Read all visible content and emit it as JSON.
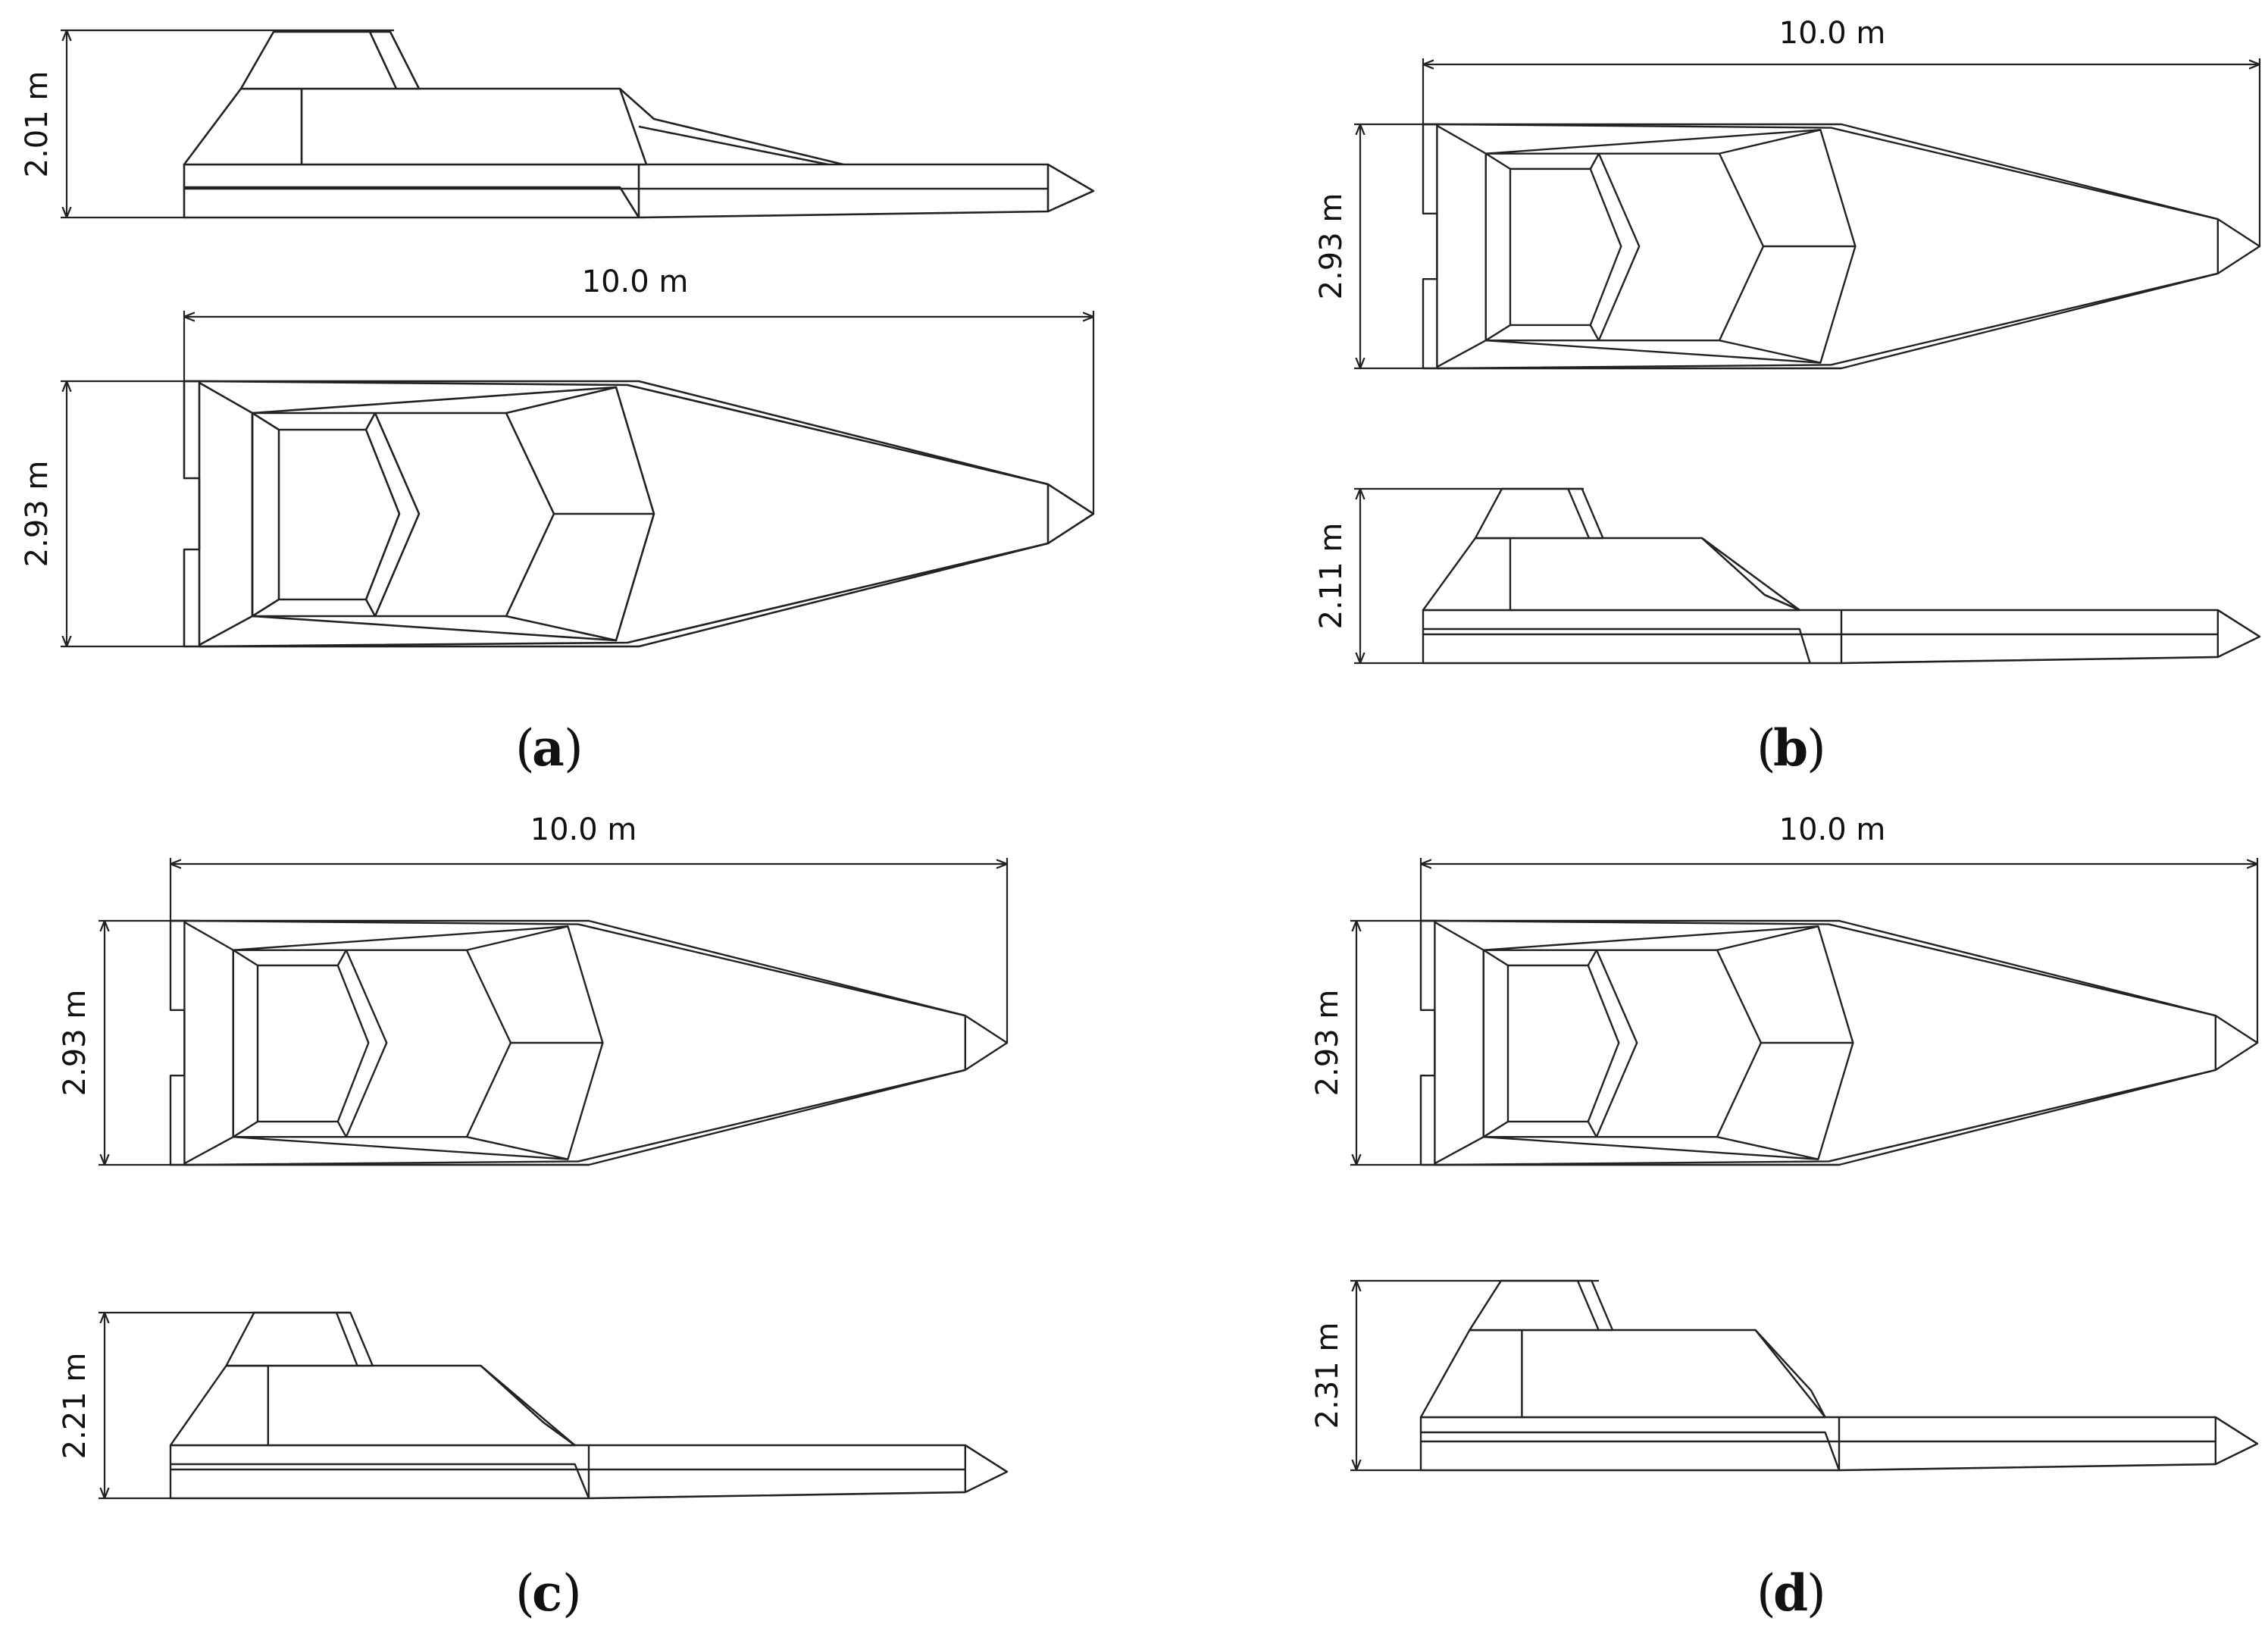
{
  "panels": [
    {
      "id": "a",
      "caption": "a",
      "length_label": "10.0 m",
      "beam_label": "2.93 m",
      "height_label": "2.01 m",
      "layout": "side-top"
    },
    {
      "id": "b",
      "caption": "b",
      "length_label": "10.0 m",
      "beam_label": "2.93 m",
      "height_label": "2.11 m",
      "layout": "top-side"
    },
    {
      "id": "c",
      "caption": "c",
      "length_label": "10.0 m",
      "beam_label": "2.93 m",
      "height_label": "2.21 m",
      "layout": "top-side"
    },
    {
      "id": "d",
      "caption": "d",
      "length_label": "10.0 m",
      "beam_label": "2.93 m",
      "height_label": "2.31 m",
      "layout": "top-side"
    }
  ],
  "colors": {
    "line": "#222222",
    "background": "#ffffff"
  }
}
